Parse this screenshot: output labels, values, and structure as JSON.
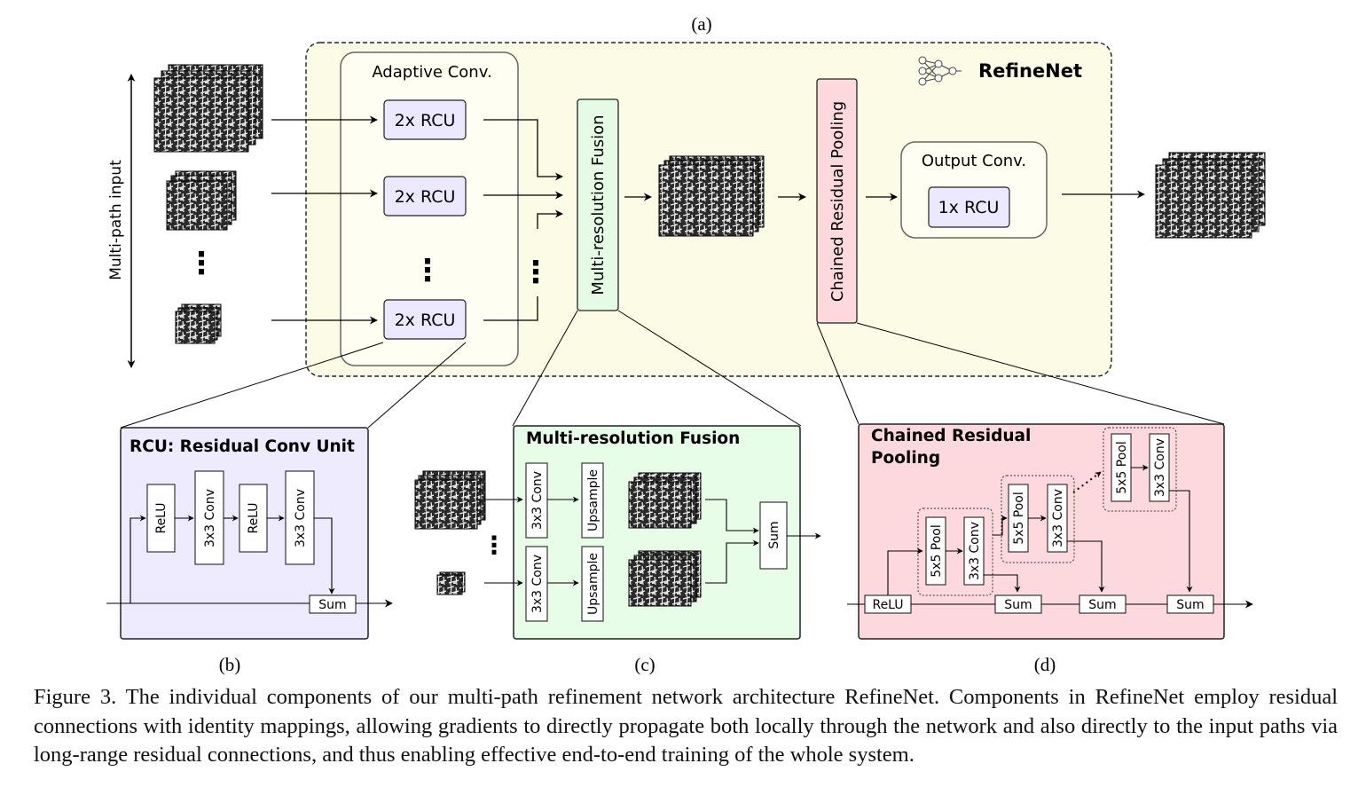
{
  "panel_labels": {
    "a": "(a)",
    "b": "(b)",
    "c": "(c)",
    "d": "(d)"
  },
  "refinenet": {
    "title": "RefineNet",
    "multi_path_input": "Multi-path input",
    "adaptive_conv": {
      "title": "Adaptive Conv.",
      "block": "2x RCU"
    },
    "fusion": "Multi-resolution Fusion",
    "pooling": "Chained Residual Pooling",
    "output_conv": {
      "title": "Output Conv.",
      "block": "1x RCU"
    },
    "ellipsis": "⋮"
  },
  "rcu": {
    "title": "RCU: Residual Conv Unit",
    "blocks": [
      "ReLU",
      "3x3 Conv",
      "ReLU",
      "3x3 Conv"
    ],
    "sum": "Sum"
  },
  "mrf": {
    "title": "Multi-resolution Fusion",
    "conv": "3x3 Conv",
    "upsample": "Upsample",
    "sum": "Sum"
  },
  "crp": {
    "title_line1": "Chained Residual",
    "title_line2": "Pooling",
    "relu": "ReLU",
    "pool": "5x5 Pool",
    "conv": "3x3 Conv",
    "sum": "Sum"
  },
  "colors": {
    "refinenet_bg": "#fbfbe6",
    "adaptive_bg": "#fefef2",
    "block_fill": "#ece8ff",
    "fusion_fill": "#e6fbe6",
    "pooling_fill": "#fdd8dc",
    "rcu_panel": "#eeeaff",
    "mrf_panel": "#e8fde8",
    "crp_panel": "#fdd8dc"
  },
  "caption": "Figure 3. The individual components of our multi-path refinement network architecture RefineNet. Components in RefineNet employ residual connections with identity mappings, allowing gradients to directly propagate both locally through the network and also directly to the input paths via long-range residual connections, and thus enabling effective end-to-end training of the whole system."
}
